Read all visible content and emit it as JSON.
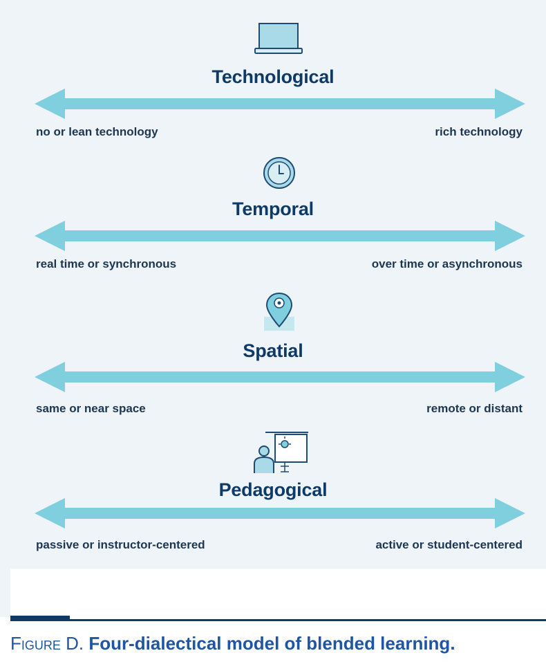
{
  "dimensions": [
    {
      "title": "Technological",
      "left": "no or lean technology",
      "right": "rich technology",
      "icon": "laptop-icon"
    },
    {
      "title": "Temporal",
      "left": "real time or synchronous",
      "right": "over time or asynchronous",
      "icon": "clock-icon"
    },
    {
      "title": "Spatial",
      "left": "same or near space",
      "right": "remote or distant",
      "icon": "location-pin-icon"
    },
    {
      "title": "Pedagogical",
      "left": "passive or instructor-centered",
      "right": "active or student-centered",
      "icon": "instructor-presentation-icon"
    }
  ],
  "caption": {
    "label": "Figure D.",
    "text": "Four-dialectical model of blended learning."
  },
  "colors": {
    "arrow": "#7fcfde",
    "title": "#0e3a67",
    "icon_stroke": "#1e4a73",
    "caption": "#1e56a3",
    "panel": "#eef4f8"
  }
}
